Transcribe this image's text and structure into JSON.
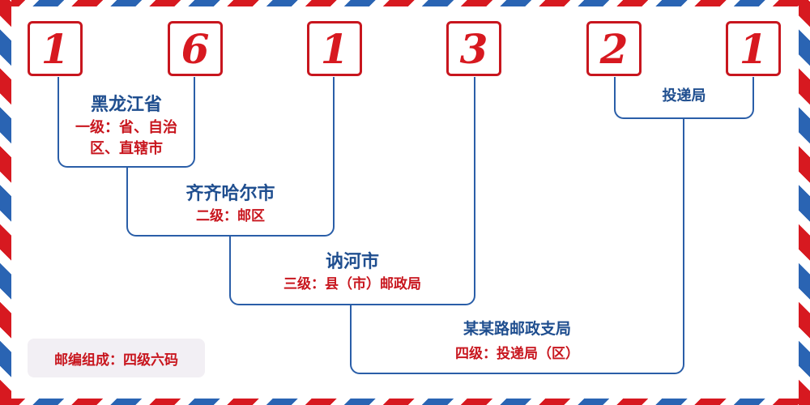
{
  "colors": {
    "red": "#d71920",
    "blue": "#2a5ea8",
    "name_blue": "#1f4e8f",
    "caption_bg": "#f2eff4"
  },
  "postcode_digits": [
    "1",
    "6",
    "1",
    "3",
    "2",
    "1"
  ],
  "levels": [
    {
      "name": "黑龙江省",
      "desc": "一级：省、自治区、直辖市"
    },
    {
      "name": "齐齐哈尔市",
      "desc": "二级：邮区"
    },
    {
      "name": "讷河市",
      "desc": "三级：县（市）邮政局"
    },
    {
      "name": "某某路邮政支局",
      "desc": "四级：投递局（区）"
    }
  ],
  "delivery_office": "投递局",
  "caption": "邮编组成：四级六码"
}
